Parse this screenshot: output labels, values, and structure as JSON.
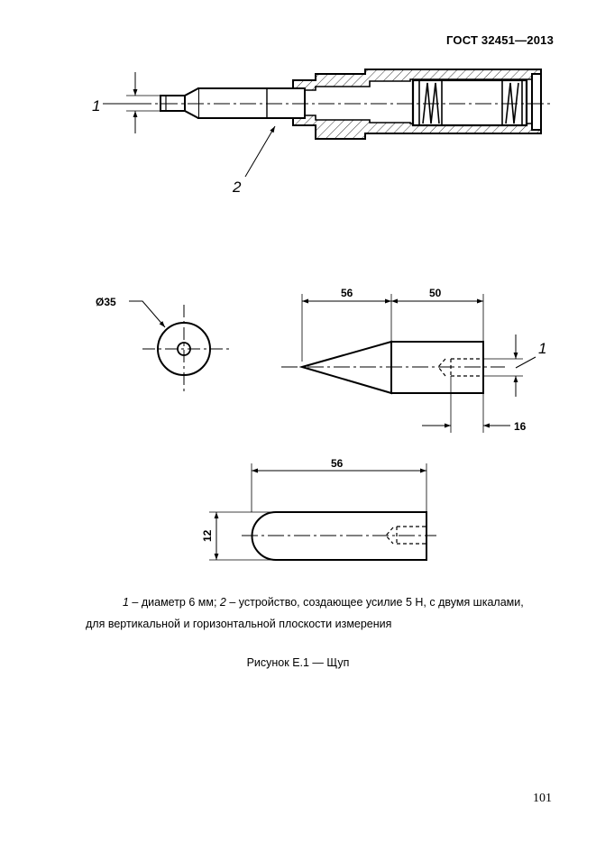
{
  "header": {
    "standard": "ГОСТ 32451—2013"
  },
  "figure": {
    "labels": {
      "one_top": "1",
      "two": "2",
      "one_right": "1"
    },
    "dimensions": {
      "diameter": "Ø35",
      "cone_length": "56",
      "cylinder_length": "50",
      "hole_depth": "16",
      "rounded_length": "56",
      "height": "12"
    }
  },
  "caption": {
    "item1_num": "1",
    "item1_text": " – диаметр 6 мм; ",
    "item2_num": "2",
    "item2_text": " – устройство, создающее усилие 5 Н, с двумя шкалами,",
    "line2": "для вертикальной и горизонтальной плоскости измерения"
  },
  "figure_title": "Рисунок Е.1 — Щуп",
  "page_number": "101"
}
